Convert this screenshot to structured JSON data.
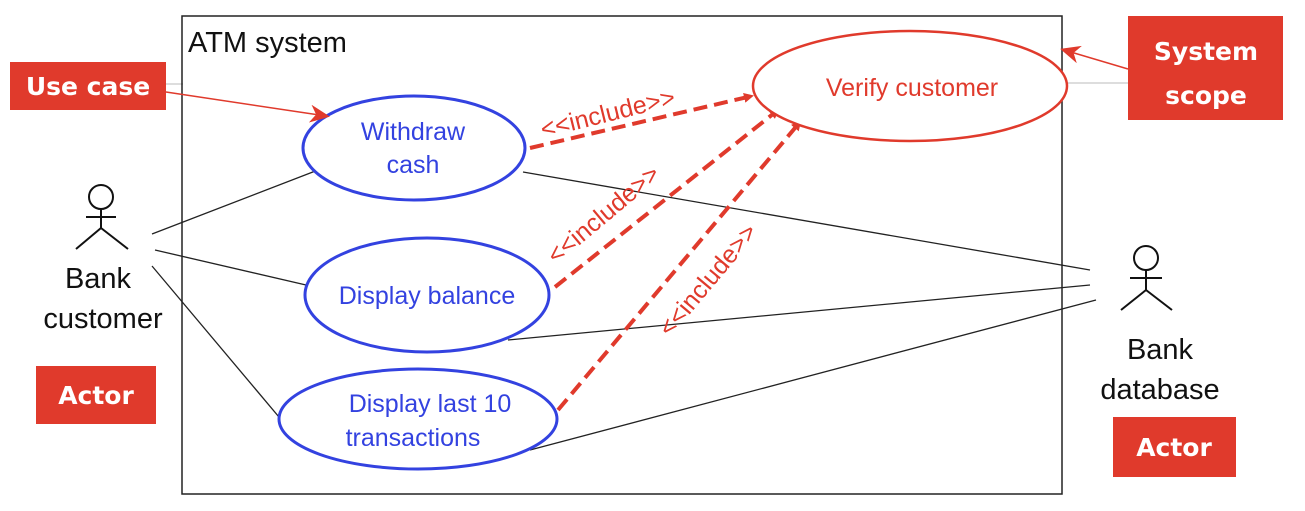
{
  "system": {
    "title": "ATM system"
  },
  "use_cases": {
    "withdraw": {
      "line1": "Withdraw",
      "line2": "cash"
    },
    "balance": {
      "line1": "Display balance"
    },
    "last10": {
      "line1": "Display last 10",
      "line2": "transactions"
    },
    "verify": {
      "line1": "Verify customer"
    }
  },
  "actors": {
    "customer": {
      "line1": "Bank",
      "line2": "customer"
    },
    "database": {
      "line1": "Bank",
      "line2": "database"
    }
  },
  "relations": {
    "include": "<<include>>"
  },
  "callouts": {
    "use_case": "Use case",
    "system_scope_line1": "System",
    "system_scope_line2": "scope",
    "actor_left": "Actor",
    "actor_right": "Actor"
  },
  "colors": {
    "use_case": "#3342e0",
    "verify": "#e03a2c",
    "include": "#e03a2c",
    "callout_bg": "#e03a2c",
    "callout_text": "#ffffff",
    "line": "#222222"
  }
}
